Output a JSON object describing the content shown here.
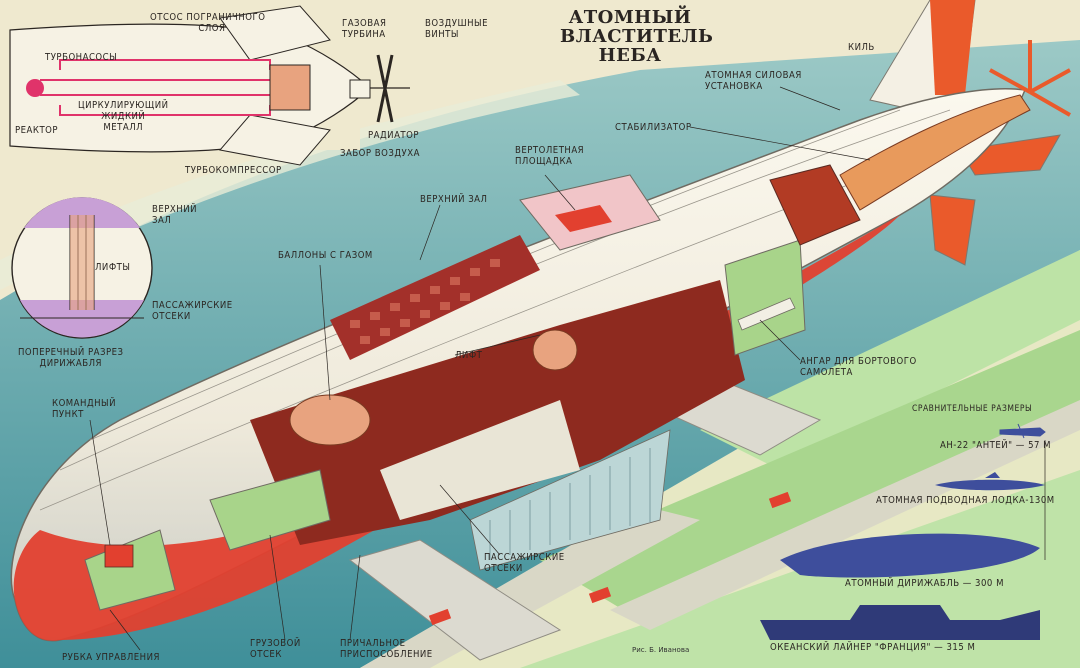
{
  "title": [
    "АТОМНЫЙ",
    "ВЛАСТИТЕЛЬ",
    "НЕБА"
  ],
  "engine_diagram": {
    "labels": {
      "boundary_suction": [
        "ОТСОС ПОГРАНИЧНОГО",
        "СЛОЯ"
      ],
      "turbopumps": "ТУРБОНАСОСЫ",
      "reactor": "РЕАКТОР",
      "liquid_metal": [
        "ЦИРКУЛИРУЮЩИЙ",
        "ЖИДКИЙ",
        "МЕТАЛЛ"
      ],
      "gas_turbine": [
        "ГАЗОВАЯ",
        "ТУРБИНА"
      ],
      "propellers": [
        "ВОЗДУШНЫЕ",
        "ВИНТЫ"
      ],
      "radiator": "РАДИАТОР",
      "air_intake": "ЗАБОР ВОЗДУХА",
      "turbocompressor": "ТУРБОКОМПРЕССОР"
    }
  },
  "cross_section": {
    "upper_hall": [
      "ВЕРХНИЙ",
      "ЗАЛ"
    ],
    "lifts": "ЛИФТЫ",
    "passenger_decks": [
      "ПАССАЖИРСКИЕ",
      "ОТСЕКИ"
    ],
    "caption": [
      "ПОПЕРЕЧНЫЙ  РАЗРЕЗ",
      "ДИРИЖАБЛЯ"
    ]
  },
  "airship_labels": {
    "keel": "КИЛЬ",
    "nuclear_plant": [
      "АТОМНАЯ СИЛОВАЯ",
      "УСТАНОВКА"
    ],
    "stabilizer": "СТАБИЛИЗАТОР",
    "helipad": [
      "ВЕРТОЛЕТНАЯ",
      "ПЛОЩАДКА"
    ],
    "upper_hall": "ВЕРХНИЙ ЗАЛ",
    "gas_balloons": "БАЛЛОНЫ  С ГАЗОМ",
    "lift": "ЛИФТ",
    "hangar": [
      "АНГАР ДЛЯ БОРТОВОГО",
      "САМОЛЕТА"
    ],
    "command_post": [
      "КОМАНДНЫЙ",
      "ПУНКТ"
    ],
    "passenger_decks": [
      "ПАССАЖИРСКИЕ",
      "ОТСЕКИ"
    ],
    "control_cabin": "РУБКА УПРАВЛЕНИЯ",
    "cargo_bay": [
      "ГРУЗОВОЙ",
      "ОТСЕК"
    ],
    "mooring_device": [
      "ПРИЧАЛЬНОЕ",
      "ПРИСПОСОБЛЕНИЕ"
    ]
  },
  "size_comparison": {
    "heading": "СРАВНИТЕЛЬНЫЕ  РАЗМЕРЫ",
    "items": [
      {
        "label": "АН-22 \"АНТЕЙ\" — 57 м",
        "length_m": 57
      },
      {
        "label": "АТОМНАЯ ПОДВОДНАЯ ЛОДКА-130м",
        "length_m": 130
      },
      {
        "label": "АТОМНЫЙ  ДИРИЖАБЛЬ  — 300 м",
        "length_m": 300
      },
      {
        "label": "ОКЕАНСКИЙ  ЛАЙНЕР \"ФРАНЦИЯ\" — 315 м",
        "length_m": 315
      }
    ]
  },
  "credit": "Рис. Б. Иванова",
  "colors": {
    "paper": "#efe9cf",
    "sea": "#5fa3a8",
    "ground": "#e6e7c2",
    "airfield_green": "#a9d68e",
    "hull": "#f6f2e4",
    "hull_shadow": "#cfd3cf",
    "red": "#e2402f",
    "interior": "#9a2b1e",
    "balloon": "#e8a37f",
    "pink_line": "#e0336a",
    "size_blue": "#3e4e9c"
  }
}
